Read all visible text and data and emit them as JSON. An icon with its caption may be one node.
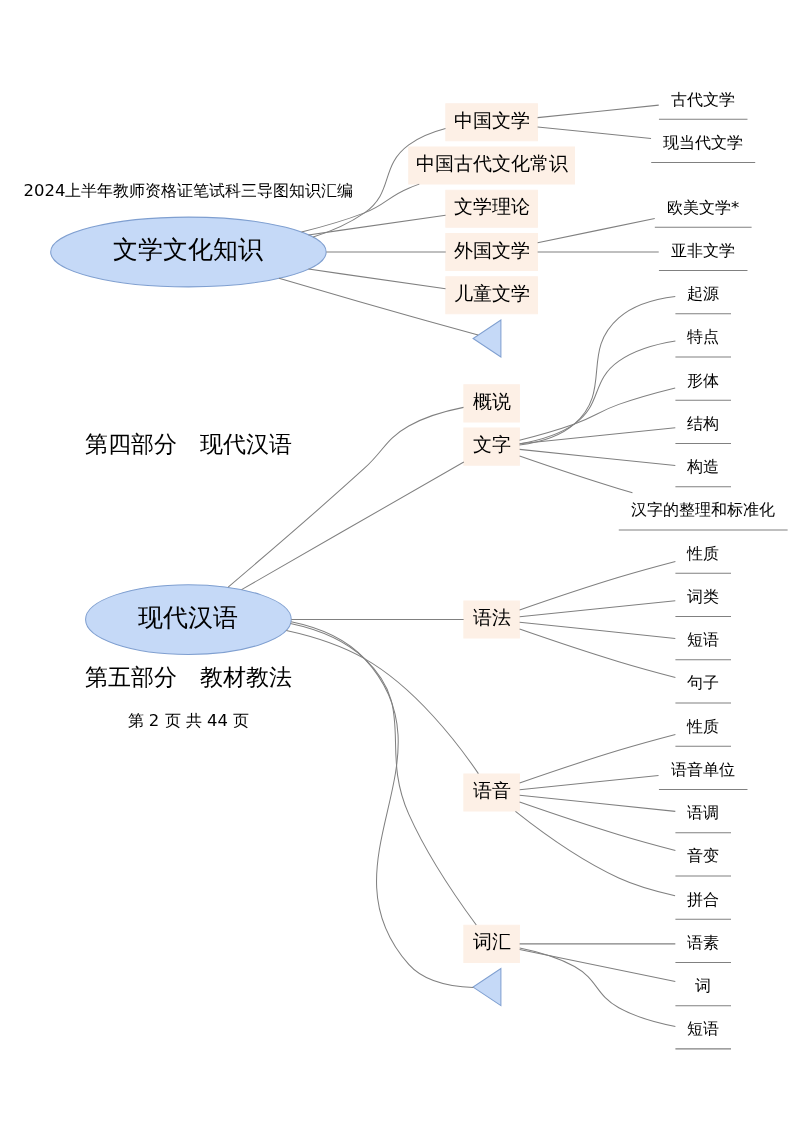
{
  "diagram": {
    "nodes": [
      {
        "text": [
          "文学文化知识"
        ]
      },
      {
        "text": [
          "中国文学"
        ]
      },
      {
        "text": [
          "古代文学"
        ]
      },
      {
        "text": [
          "现当代文学"
        ]
      },
      {
        "text": [
          "中国古代文化常识"
        ]
      },
      {
        "text": [
          "文学理论"
        ]
      },
      {
        "text": [
          "外国文学"
        ]
      },
      {
        "text": [
          "欧美文学*"
        ]
      },
      {
        "text": [
          "亚非文学"
        ]
      },
      {
        "text": [
          "儿童文学"
        ]
      },
      {
        "text": [],
        "shape": "triangle"
      },
      {
        "text": [
          "现代汉语"
        ]
      },
      {
        "text": [
          "概说"
        ]
      },
      {
        "text": [
          "文字"
        ]
      },
      {
        "text": [
          "起源"
        ]
      },
      {
        "text": [
          "特点"
        ]
      },
      {
        "text": [
          "形体"
        ]
      },
      {
        "text": [
          "结构"
        ]
      },
      {
        "text": [
          "构造"
        ]
      },
      {
        "text": [
          "汉字的整理和标准化"
        ]
      },
      {
        "text": [
          "语法"
        ]
      },
      {
        "text": [
          "性质"
        ]
      },
      {
        "text": [
          "词类"
        ]
      },
      {
        "text": [
          "短语"
        ]
      },
      {
        "text": [
          "句子"
        ]
      },
      {
        "text": [
          "语音"
        ]
      },
      {
        "text": [
          "性质"
        ]
      },
      {
        "text": [
          "语音单位"
        ]
      },
      {
        "text": [
          "语调"
        ]
      },
      {
        "text": [
          "音变"
        ]
      },
      {
        "text": [
          "拼合"
        ]
      },
      {
        "text": [
          "词汇"
        ]
      },
      {
        "text": [
          "语素"
        ]
      },
      {
        "text": [
          "词"
        ]
      },
      {
        "text": [
          "短语"
        ]
      },
      {
        "text": [],
        "shape": "triangle"
      }
    ],
    "edges": [
      {
        "from": 0,
        "to": 10,
        "arrow": "none"
      },
      {
        "from": 0,
        "to": 1,
        "arrow": "none"
      },
      {
        "from": 1,
        "to": 2,
        "arrow": "none"
      },
      {
        "from": 1,
        "to": 3,
        "arrow": "none"
      },
      {
        "from": 0,
        "to": 4,
        "arrow": "none"
      },
      {
        "from": 0,
        "to": 5,
        "arrow": "none"
      },
      {
        "from": 0,
        "to": 6,
        "arrow": "none"
      },
      {
        "from": 6,
        "to": 7,
        "arrow": "none"
      },
      {
        "from": 6,
        "to": 8,
        "arrow": "none"
      },
      {
        "from": 0,
        "to": 9,
        "arrow": "none"
      },
      {
        "from": 11,
        "to": 35,
        "arrow": "none"
      },
      {
        "from": 11,
        "to": 12,
        "arrow": "none"
      },
      {
        "from": 11,
        "to": 13,
        "arrow": "none"
      },
      {
        "from": 13,
        "to": 14,
        "arrow": "none"
      },
      {
        "from": 13,
        "to": 15,
        "arrow": "none"
      },
      {
        "from": 13,
        "to": 16,
        "arrow": "none"
      },
      {
        "from": 13,
        "to": 17,
        "arrow": "none"
      },
      {
        "from": 13,
        "to": 18,
        "arrow": "none"
      },
      {
        "from": 13,
        "to": 19,
        "arrow": "none"
      },
      {
        "from": 11,
        "to": 20,
        "arrow": "none"
      },
      {
        "from": 20,
        "to": 21,
        "arrow": "none"
      },
      {
        "from": 20,
        "to": 22,
        "arrow": "none"
      },
      {
        "from": 20,
        "to": 23,
        "arrow": "none"
      },
      {
        "from": 20,
        "to": 24,
        "arrow": "none"
      },
      {
        "from": 11,
        "to": 25,
        "arrow": "none"
      },
      {
        "from": 25,
        "to": 26,
        "arrow": "none"
      },
      {
        "from": 25,
        "to": 27,
        "arrow": "none"
      },
      {
        "from": 25,
        "to": 28,
        "arrow": "none"
      },
      {
        "from": 25,
        "to": 29,
        "arrow": "none"
      },
      {
        "from": 25,
        "to": 30,
        "arrow": "none"
      },
      {
        "from": 11,
        "to": 31,
        "arrow": "none"
      },
      {
        "from": 31,
        "to": 32,
        "arrow": "none"
      },
      {
        "from": 31,
        "to": 33,
        "arrow": "none"
      },
      {
        "from": 31,
        "to": 34,
        "arrow": "none"
      }
    ],
    "labels": [
      "2024上半年教师资格证笔试科三导图知识汇编",
      "第四部分　现代汉语",
      "第五部分　教材教法",
      "第 2 页 共 44 页"
    ]
  }
}
